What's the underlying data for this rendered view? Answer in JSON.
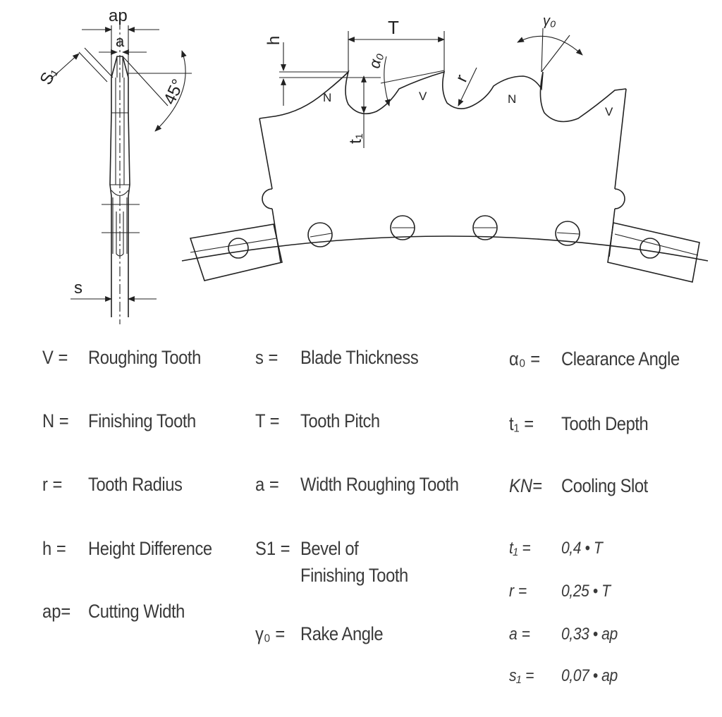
{
  "diagram": {
    "side_view": {
      "labels": {
        "ap": "ap",
        "a": "a",
        "s1": "S₁",
        "angle": "45°",
        "s": "s"
      }
    },
    "blade_view": {
      "labels": {
        "h": "h",
        "T": "T",
        "alpha": "α₀",
        "gamma": "γ₀",
        "r": "r",
        "t1": "t₁",
        "N": "N",
        "V": "V"
      }
    }
  },
  "legend": {
    "col1": [
      {
        "symbol": "V =",
        "text": "Roughing Tooth"
      },
      {
        "symbol": "N =",
        "text": "Finishing Tooth"
      },
      {
        "symbol": "r =",
        "text": "Tooth Radius"
      },
      {
        "symbol": "h =",
        "text": "Height Difference"
      },
      {
        "symbol": "ap=",
        "text": "Cutting Width"
      }
    ],
    "col2": [
      {
        "symbol": "s =",
        "text": "Blade Thickness"
      },
      {
        "symbol": "T =",
        "text": "Tooth Pitch"
      },
      {
        "symbol": "a =",
        "text": "Width Roughing Tooth"
      },
      {
        "symbol": "S1 =",
        "text": "Bevel of",
        "text2": "Finishing Tooth"
      },
      {
        "symbol": "γ₀ =",
        "text": "Rake Angle"
      }
    ],
    "col3": [
      {
        "symbol": "α₀ =",
        "text": "Clearance Angle"
      },
      {
        "symbol": "t₁ =",
        "text": "Tooth Depth"
      },
      {
        "symbol": "KN=",
        "text": "Cooling Slot"
      }
    ],
    "formulas": [
      {
        "symbol": "t₁ =",
        "text": "0,4 • T"
      },
      {
        "symbol": "r =",
        "text": "0,25 • T"
      },
      {
        "symbol": "a =",
        "text": "0,33 • ap"
      },
      {
        "symbol": "s₁ =",
        "text": "0,07 • ap"
      }
    ]
  }
}
